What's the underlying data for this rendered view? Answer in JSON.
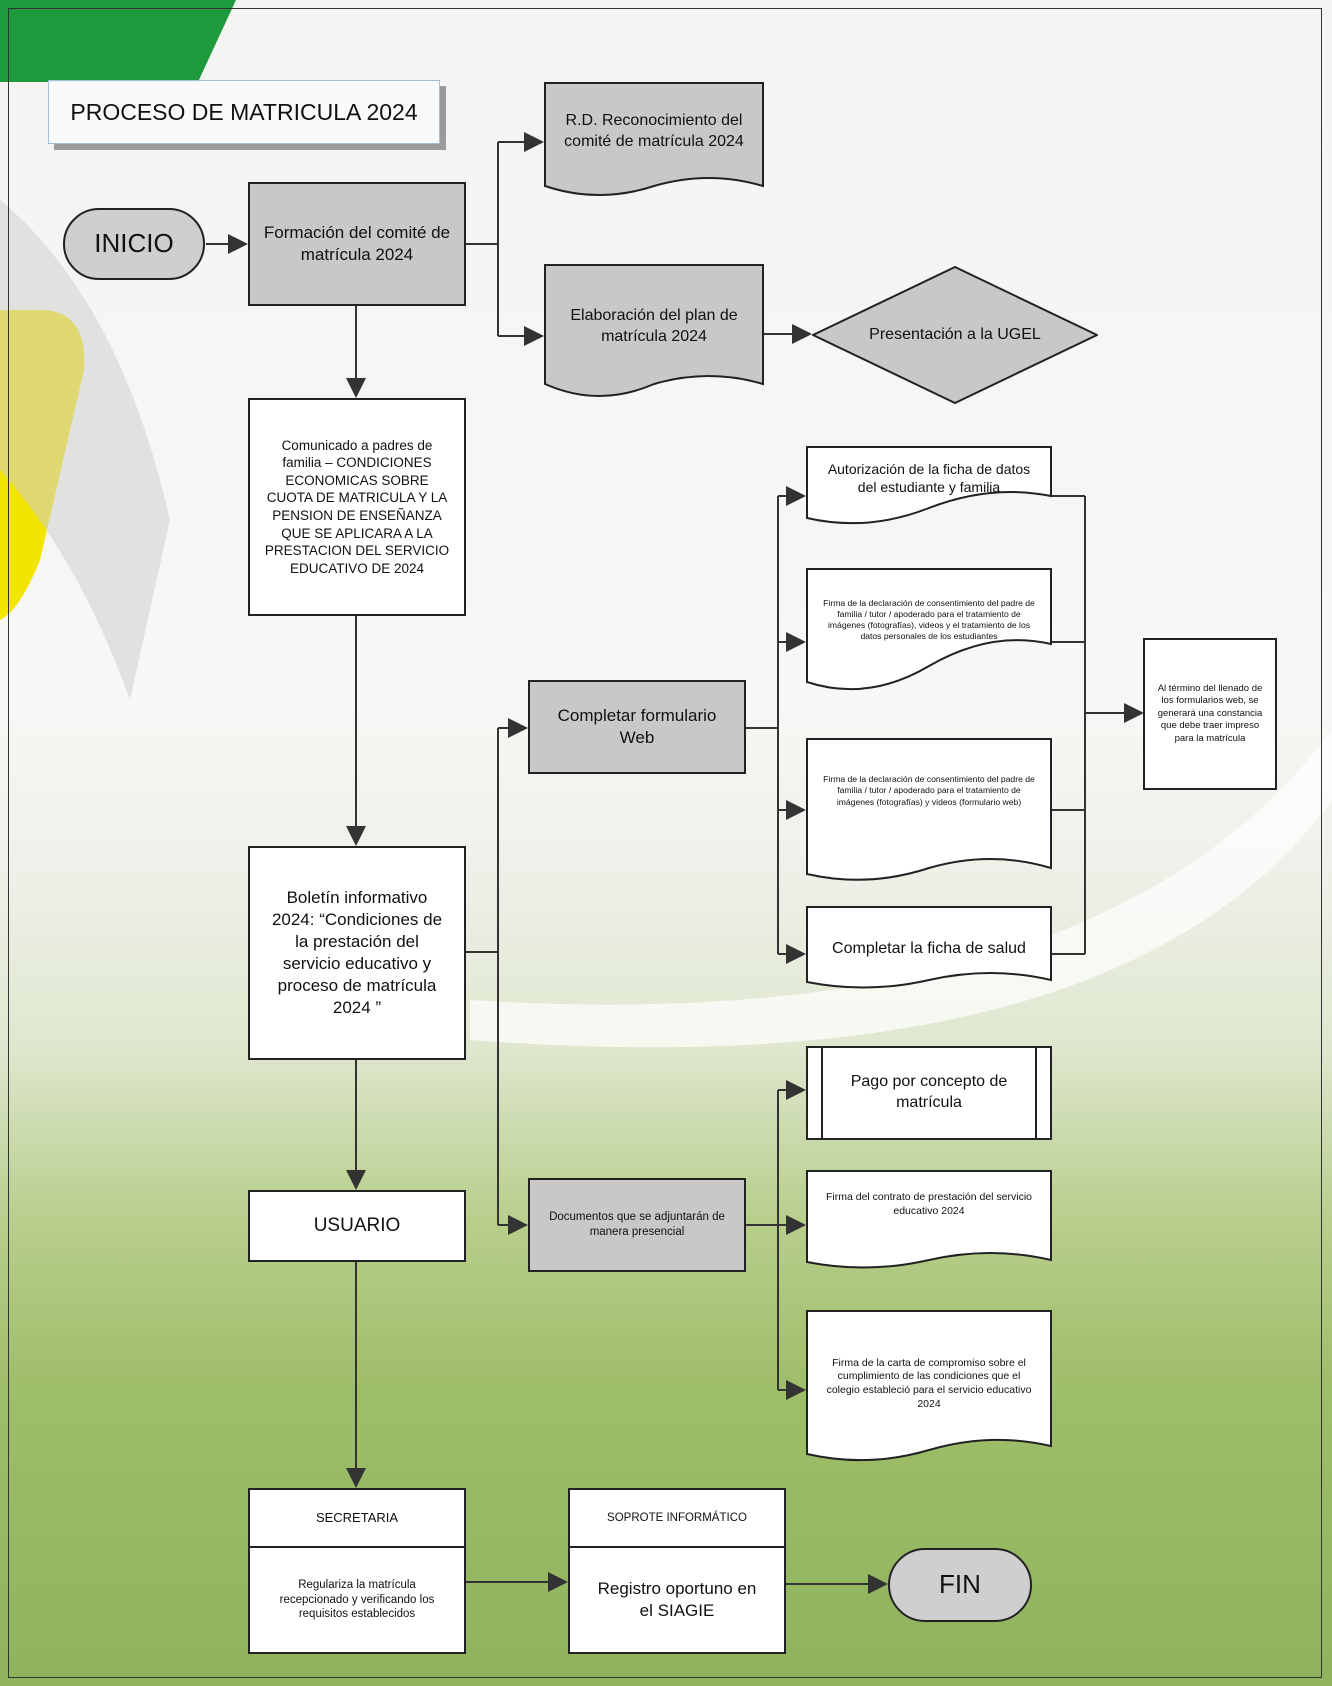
{
  "title": "PROCESO DE MATRICULA 2024",
  "inicio": "INICIO",
  "fin": "FIN",
  "formacion": "Formación del comité de matrícula 2024",
  "rd": "R.D. Reconocimiento del comité de matrícula 2024",
  "plan": "Elaboración del plan de matrícula 2024",
  "ugel": "Presentación a la UGEL",
  "comunicado": "Comunicado a padres de familia – CONDICIONES ECONOMICAS SOBRE CUOTA DE MATRICULA Y LA PENSION DE ENSEÑANZA QUE SE APLICARA A LA PRESTACION DEL SERVICIO EDUCATIVO DE 2024",
  "boletin": "Boletín informativo 2024: “Condiciones de la prestación del servicio educativo y proceso de matrícula 2024 ”",
  "formulario": "Completar formulario Web",
  "autorizacion": "Autorización de la ficha de datos del estudiante y familia",
  "firma1": "Firma de la declaración de consentimiento del padre de familia / tutor / apoderado para el tratamiento de imágenes (fotografías), videos y el tratamiento de los datos personales de los estudiantes",
  "firma2": "Firma de la declaración de consentimiento del padre de familia / tutor / apoderado para el tratamiento de imágenes (fotografías) y videos (formulario web)",
  "salud": "Completar la ficha de salud",
  "constancia": "Al término del llenado de los formularios web, se generará una constancia que debe traer impreso para la matrícula",
  "pago": "Pago por concepto de matrícula",
  "documentos": "Documentos que se adjuntarán de manera presencial",
  "contrato": "Firma del contrato de prestación del servicio educativo 2024",
  "carta": "Firma de la carta de compromiso sobre el cumplimiento de las condiciones que el colegio estableció para el servicio educativo 2024",
  "usuario": "USUARIO",
  "secretaria": {
    "header": "SECRETARIA",
    "body": "Regulariza la matrícula recepcionado y verificando los requisitos establecidos"
  },
  "soporte": {
    "header": "SOPROTE INFORMÁTICO",
    "body": "Registro oportuno en el SIAGIE"
  },
  "colors": {
    "node_gray": "#c8c8c8",
    "green_band": "#1e9a3c",
    "yellow_band": "#f4e500"
  }
}
